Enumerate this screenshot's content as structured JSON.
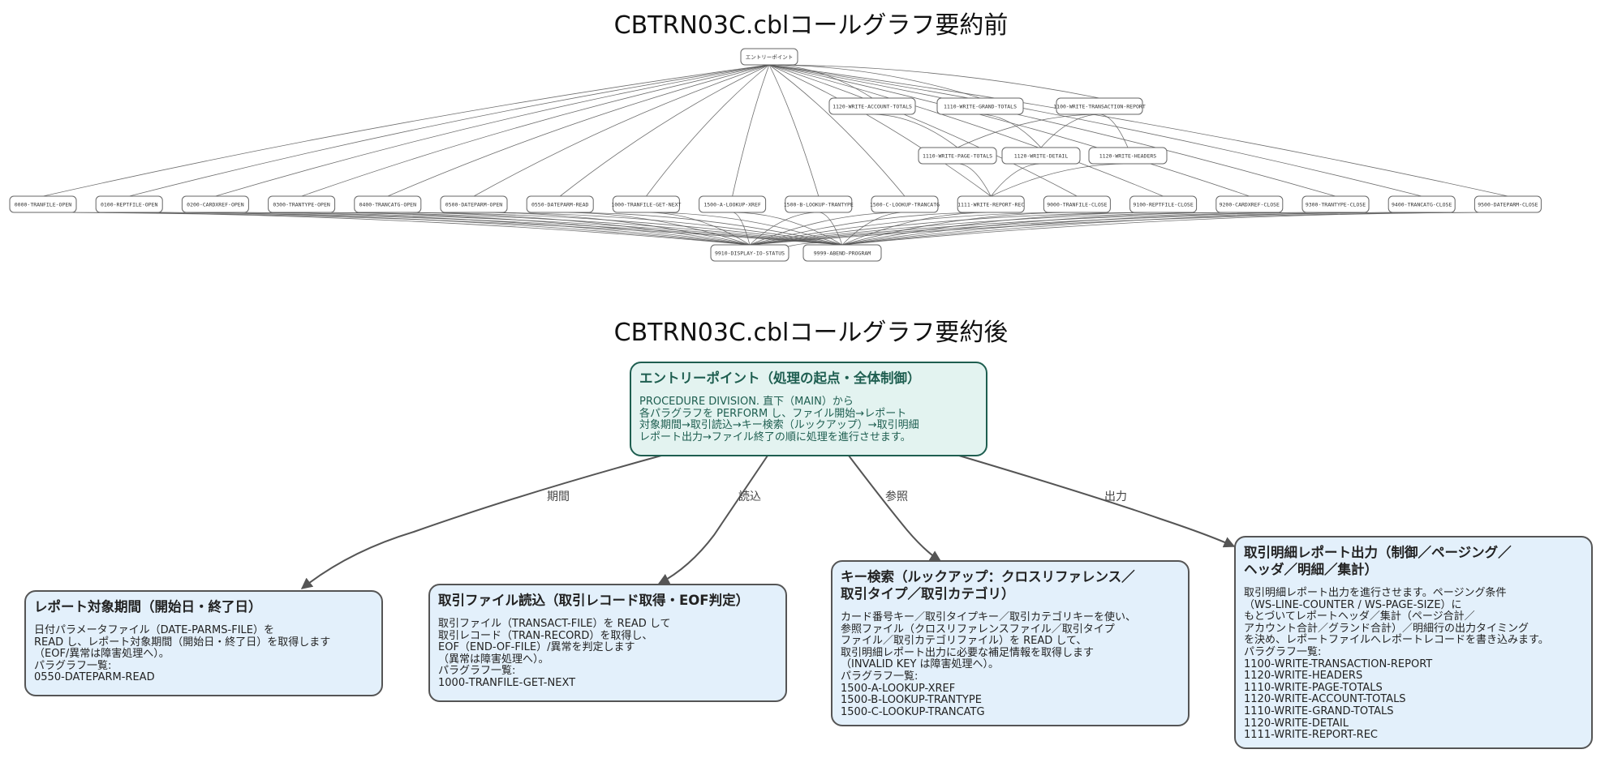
{
  "titles": {
    "before": "CBTRN03C.cblコールグラフ要約前",
    "after": "CBTRN03C.cblコールグラフ要約後"
  },
  "before_graph": {
    "entry": "エントリーポイント",
    "mid_row": [
      "1120-WRITE-ACCOUNT-TOTALS",
      "1110-WRITE-GRAND-TOTALS",
      "1100-WRITE-TRANSACTION-REPORT"
    ],
    "sub_row": [
      "1110-WRITE-PAGE-TOTALS",
      "1120-WRITE-DETAIL",
      "1120-WRITE-HEADERS"
    ],
    "main_row": [
      "0000-TRANFILE-OPEN",
      "0100-REPTFILE-OPEN",
      "0200-CARDXREF-OPEN",
      "0300-TRANTYPE-OPEN",
      "0400-TRANCATG-OPEN",
      "0500-DATEPARM-OPEN",
      "0550-DATEPARM-READ",
      "1000-TRANFILE-GET-NEXT",
      "1500-A-LOOKUP-XREF",
      "1500-B-LOOKUP-TRANTYPE",
      "1500-C-LOOKUP-TRANCATG",
      "1111-WRITE-REPORT-REC",
      "9000-TRANFILE-CLOSE",
      "9100-REPTFILE-CLOSE",
      "9200-CARDXREF-CLOSE",
      "9300-TRANTYPE-CLOSE",
      "9400-TRANCATG-CLOSE",
      "9500-DATEPARM-CLOSE"
    ],
    "bottom_row": [
      "9910-DISPLAY-IO-STATUS",
      "9999-ABEND-PROGRAM"
    ]
  },
  "after_graph": {
    "entry": {
      "title": "エントリーポイント（処理の起点・全体制御）",
      "body": "PROCEDURE DIVISION. 直下（MAIN）から\n各パラグラフを PERFORM し、ファイル開始→レポート\n対象期間→取引読込→キー検索（ルックアップ）→取引明細\nレポート出力→ファイル終了の順に処理を進行させます。"
    },
    "edge_labels": [
      "期間",
      "読込",
      "参照",
      "出力"
    ],
    "nodes": [
      {
        "title": "レポート対象期間（開始日・終了日）",
        "body": "日付パラメータファイル（DATE-PARMS-FILE）を\nREAD し、レポート対象期間（開始日・終了日）を取得します\n（EOF/異常は障害処理へ）。\nパラグラフ一覧:\n0550-DATEPARM-READ"
      },
      {
        "title": "取引ファイル読込（取引レコード取得・EOF判定）",
        "body": "取引ファイル（TRANSACT-FILE）を READ して\n取引レコード（TRAN-RECORD）を取得し、\nEOF（END-OF-FILE）/異常を判定します\n（異常は障害処理へ）。\nパラグラフ一覧:\n1000-TRANFILE-GET-NEXT"
      },
      {
        "title": "キー検索（ルックアップ：クロスリファレンス／\n取引タイプ／取引カテゴリ）",
        "body": "カード番号キー／取引タイプキー／取引カテゴリキーを使い、\n参照ファイル（クロスリファレンスファイル／取引タイプ\nファイル／取引カテゴリファイル）を READ して、\n取引明細レポート出力に必要な補足情報を取得します\n（INVALID KEY は障害処理へ）。\nパラグラフ一覧:\n1500-A-LOOKUP-XREF\n1500-B-LOOKUP-TRANTYPE\n1500-C-LOOKUP-TRANCATG"
      },
      {
        "title": "取引明細レポート出力（制御／ページング／\nヘッダ／明細／集計）",
        "body": "取引明細レポート出力を進行させます。ページング条件\n（WS-LINE-COUNTER / WS-PAGE-SIZE）に\nもとづいてレポートヘッダ／集計（ページ合計／\nアカウント合計／グランド合計）／明細行の出力タイミング\nを決め、レポートファイルへレポートレコードを書き込みます。\nパラグラフ一覧:\n1100-WRITE-TRANSACTION-REPORT\n1120-WRITE-HEADERS\n1110-WRITE-PAGE-TOTALS\n1120-WRITE-ACCOUNT-TOTALS\n1110-WRITE-GRAND-TOTALS\n1120-WRITE-DETAIL\n1111-WRITE-REPORT-REC"
      }
    ]
  }
}
